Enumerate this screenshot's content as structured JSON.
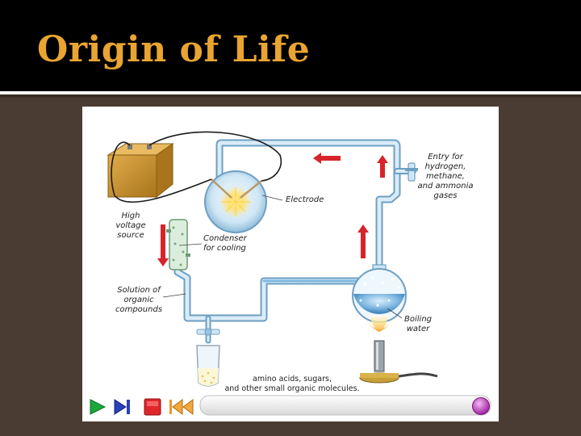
{
  "slide": {
    "title": "Origin of Life"
  },
  "diagram": {
    "labels": {
      "high_voltage": "High\nvoltage\nsource",
      "electrode": "Electrode",
      "condenser": "Condenser\nfor cooling",
      "solution": "Solution of\norganic\ncompounds",
      "entry_gases": "Entry for\nhydrogen,\nmethane,\nand ammonia\ngases",
      "boiling_water": "Boiling\nwater",
      "caption": "amino acids, sugars,\nand other small organic molecules."
    },
    "colors": {
      "tube": "#b6d7ec",
      "tube_outline": "#6d9fc2",
      "arrow": "#d8232a",
      "battery": "#c9952e",
      "water": "#7fb7e0",
      "flame": "#f7c34a"
    }
  },
  "player": {
    "icons": [
      "play-icon",
      "skip-forward-icon",
      "stop-icon",
      "rewind-icon"
    ],
    "progress": 1.0
  }
}
